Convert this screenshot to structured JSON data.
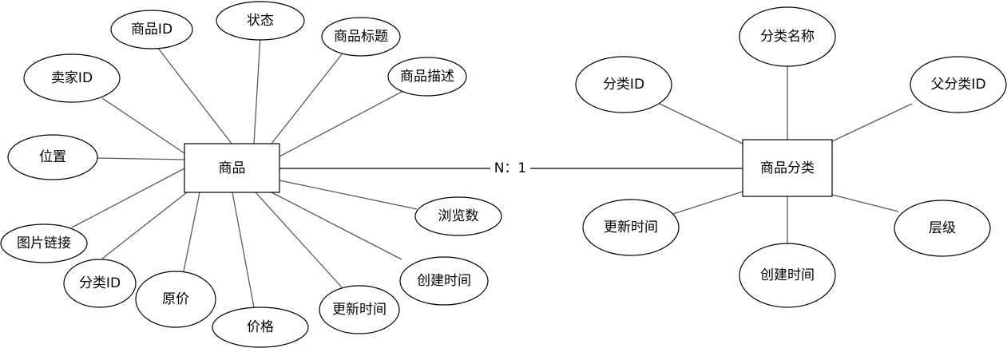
{
  "entities": {
    "product": {
      "name": "商品",
      "attributes": [
        "商品ID",
        "状态",
        "商品标题",
        "商品描述",
        "卖家ID",
        "位置",
        "图片链接",
        "分类ID",
        "原价",
        "价格",
        "更新时间",
        "创建时间",
        "浏览数"
      ]
    },
    "category": {
      "name": "商品分类",
      "attributes": [
        "分类名称",
        "分类ID",
        "父分类ID",
        "更新时间",
        "创建时间",
        "层级"
      ]
    }
  },
  "relationship": {
    "label": "N：1"
  }
}
